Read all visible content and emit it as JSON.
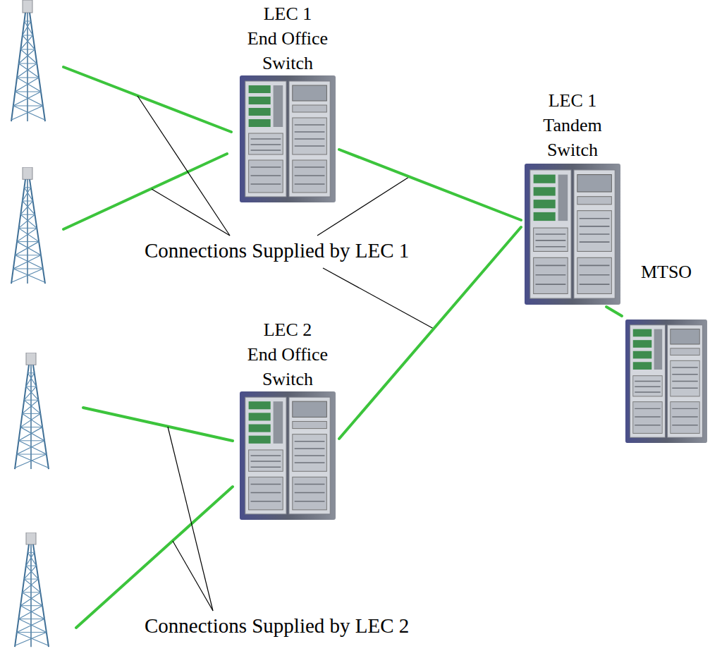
{
  "diagram": {
    "nodes": [
      {
        "text": [
          "LEC 1 End Office Switch"
        ]
      },
      {
        "text": [
          "LEC 1 Tandem Switch"
        ]
      },
      {
        "text": [
          "MTSO"
        ]
      },
      {
        "text": [
          "LEC 2 End Office Switch"
        ]
      }
    ],
    "edges": [
      {
        "from": 0,
        "to": 1,
        "arrow": "none"
      },
      {
        "from": 3,
        "to": 1,
        "arrow": "none"
      },
      {
        "from": 1,
        "to": 2,
        "arrow": "none"
      }
    ],
    "labels": [
      "Connections Supplied by LEC 1",
      "Connections Supplied by LEC 2"
    ]
  }
}
